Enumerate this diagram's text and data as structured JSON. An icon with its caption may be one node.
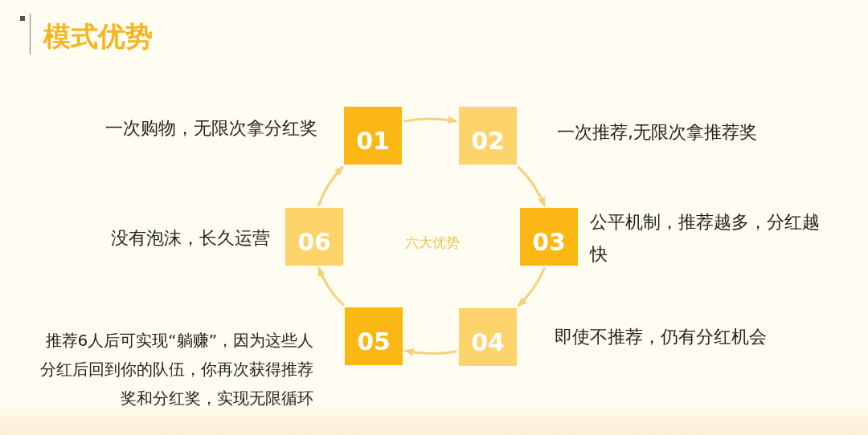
{
  "diagram": {
    "title": "模式优势",
    "nodes": [
      {
        "text": [
          "01"
        ],
        "beside": [
          "一次购物，无限次拿分红奖"
        ]
      },
      {
        "text": [
          "02"
        ],
        "beside": [
          "一次推荐,无限次拿推荐奖"
        ]
      },
      {
        "text": [
          "03"
        ],
        "beside": [
          "公平机制，推荐越多，分红越快"
        ]
      },
      {
        "text": [
          "04"
        ],
        "beside": [
          "即使不推荐，仍有分红机会"
        ]
      },
      {
        "text": [
          "05"
        ],
        "beside": [
          "推荐6人后可实现“躺赚”，因为这些人分红后回到你的队伍，你再次获得推荐奖和分红奖，实现无限循环"
        ]
      },
      {
        "text": [
          "06"
        ],
        "beside": [
          "没有泡沫，长久运营"
        ]
      }
    ],
    "edges": [
      {
        "from": 0,
        "to": 1,
        "arrow": "to"
      },
      {
        "from": 1,
        "to": 2,
        "arrow": "to"
      },
      {
        "from": 2,
        "to": 3,
        "arrow": "to"
      },
      {
        "from": 3,
        "to": 4,
        "arrow": "to"
      },
      {
        "from": 4,
        "to": 5,
        "arrow": "to"
      },
      {
        "from": 5,
        "to": 0,
        "arrow": "to"
      }
    ],
    "labels": [
      "六大优势"
    ]
  }
}
